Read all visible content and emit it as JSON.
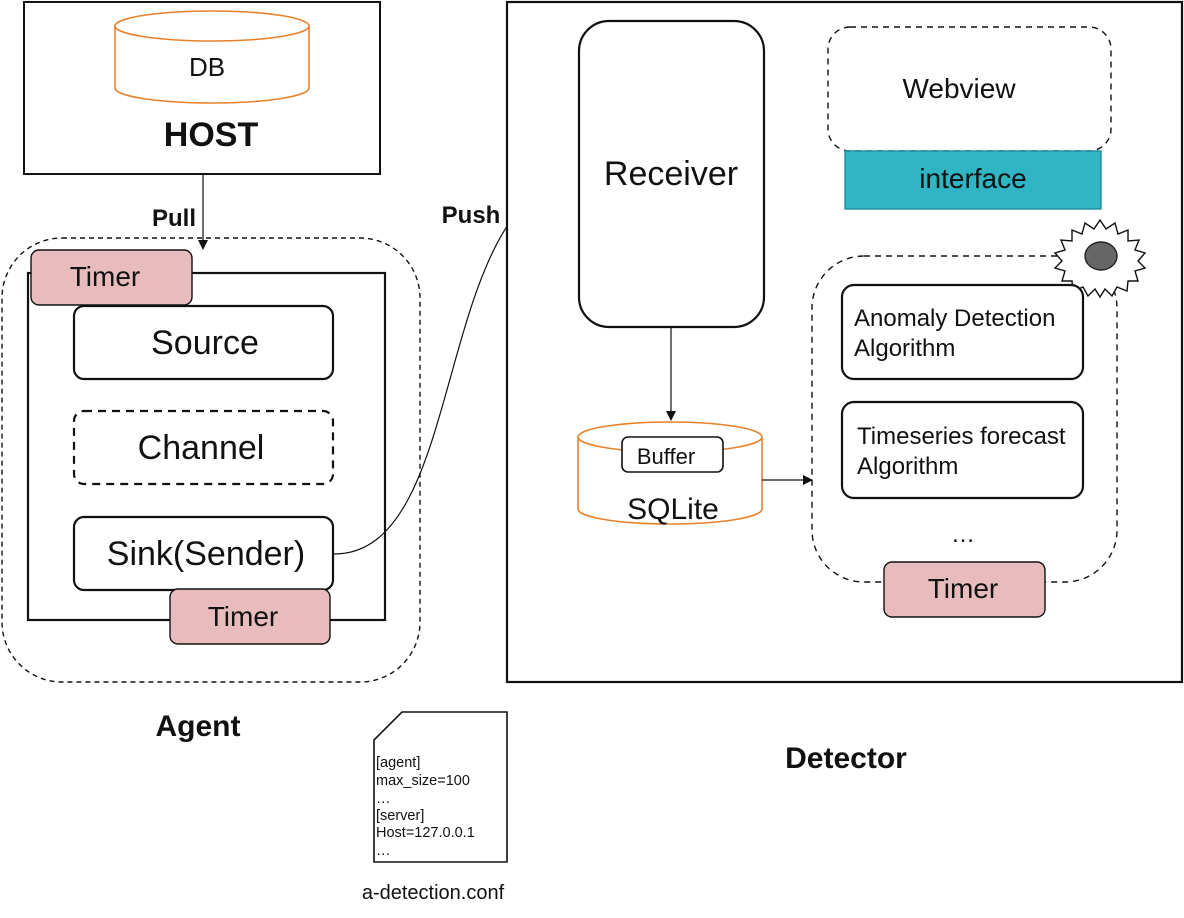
{
  "host": {
    "title": "HOST",
    "db_label": "DB"
  },
  "arrows": {
    "pull": "Pull",
    "push": "Push"
  },
  "agent": {
    "title": "Agent",
    "timer_top": "Timer",
    "source": "Source",
    "channel": "Channel",
    "sink": "Sink(Sender)",
    "timer_bottom": "Timer"
  },
  "detector": {
    "title": "Detector",
    "receiver": "Receiver",
    "webview": "Webview",
    "interface": "interface",
    "sqlite": "SQLite",
    "buffer": "Buffer",
    "anomaly_line1": "Anomaly Detection",
    "anomaly_line2": "Algorithm",
    "forecast_line1": "Timeseries forecast",
    "forecast_line2": "Algorithm",
    "ellipsis": "…",
    "timer": "Timer"
  },
  "config_file": {
    "filename": "a-detection.conf",
    "lines": [
      "[agent]",
      "max_size=100",
      "…",
      "[server]",
      "Host=127.0.0.1",
      "…"
    ]
  },
  "colors": {
    "db_stroke": "#e8822a",
    "timer_fill": "#e8bcbc",
    "interface_fill": "#2fb5c4",
    "gear_fill": "#666666"
  }
}
